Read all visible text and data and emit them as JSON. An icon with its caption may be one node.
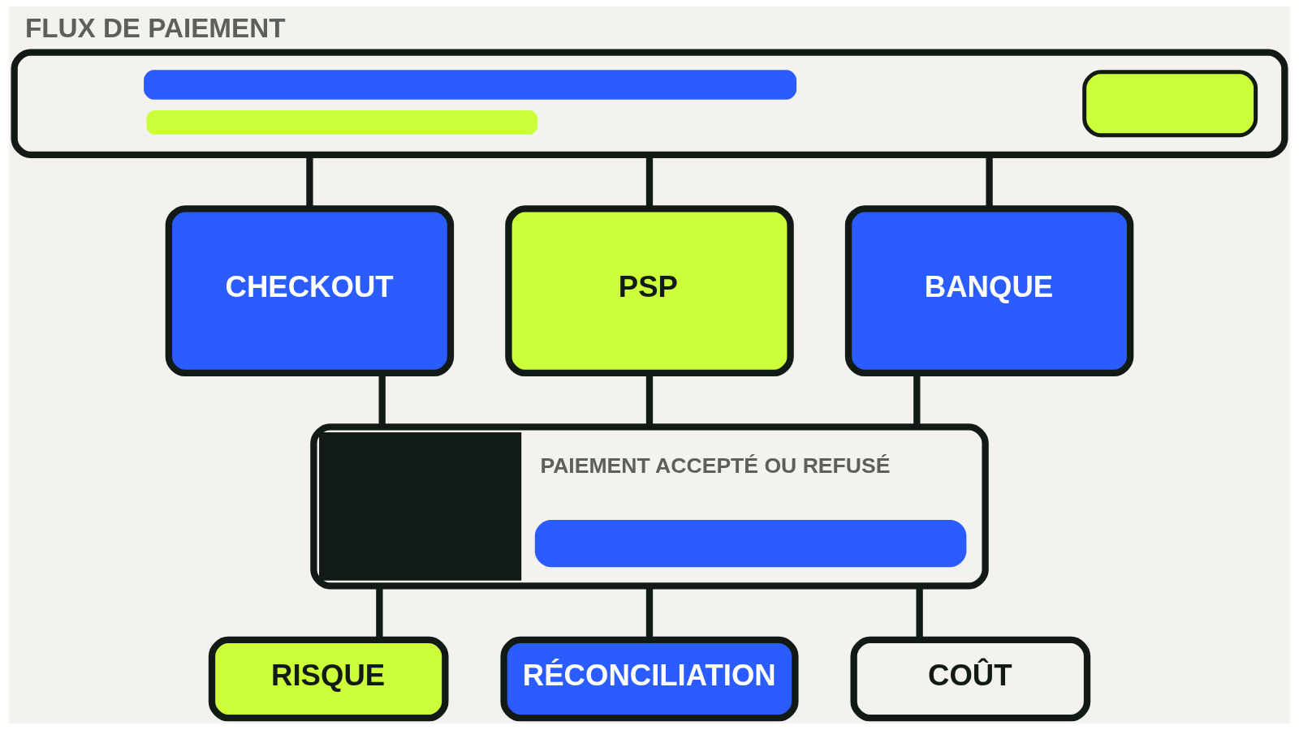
{
  "diagram": {
    "title": "FLUX DE PAIEMENT",
    "nodes": [
      {
        "text": [],
        "shape": "box"
      },
      {
        "text": [
          "CHECKOUT"
        ]
      },
      {
        "text": [
          "PSP"
        ]
      },
      {
        "text": [
          "BANQUE"
        ]
      },
      {
        "text": [
          "PAIEMENT ACCEPTÉ OU REFUSÉ"
        ]
      },
      {
        "text": [
          "RISQUE"
        ]
      },
      {
        "text": [
          "RÉCONCILIATION"
        ]
      },
      {
        "text": [
          "COÛT"
        ]
      }
    ],
    "edges": [
      {
        "from": 0,
        "to": 1,
        "arrow": "none"
      },
      {
        "from": 0,
        "to": 2,
        "arrow": "none"
      },
      {
        "from": 0,
        "to": 3,
        "arrow": "none"
      },
      {
        "from": 1,
        "to": 4,
        "arrow": "none"
      },
      {
        "from": 2,
        "to": 4,
        "arrow": "none"
      },
      {
        "from": 3,
        "to": 4,
        "arrow": "none"
      },
      {
        "from": 4,
        "to": 5,
        "arrow": "none"
      },
      {
        "from": 4,
        "to": 6,
        "arrow": "none"
      },
      {
        "from": 4,
        "to": 7,
        "arrow": "none"
      }
    ]
  }
}
